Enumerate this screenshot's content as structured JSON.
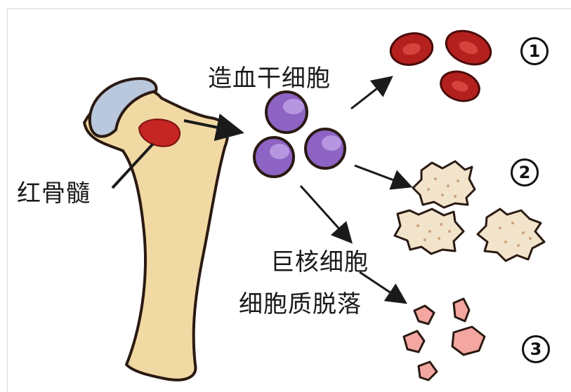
{
  "labels": {
    "stem_cell": "造血干细胞",
    "red_marrow": "红骨髓",
    "megakaryocyte": "巨核细胞",
    "cytoplasm_shedding": "细胞质脱落"
  },
  "markers": {
    "one": "1",
    "two": "2",
    "three": "3"
  },
  "colors": {
    "bone": "#f1d9a3",
    "cartilage": "#b9c8dd",
    "marrow": "#c52523",
    "stem_cell": "#8d63c4",
    "red_cell": "#b3201d",
    "white_cell": "#f2e3cb",
    "platelet": "#f4a6a1",
    "outline": "#2a1a12"
  }
}
